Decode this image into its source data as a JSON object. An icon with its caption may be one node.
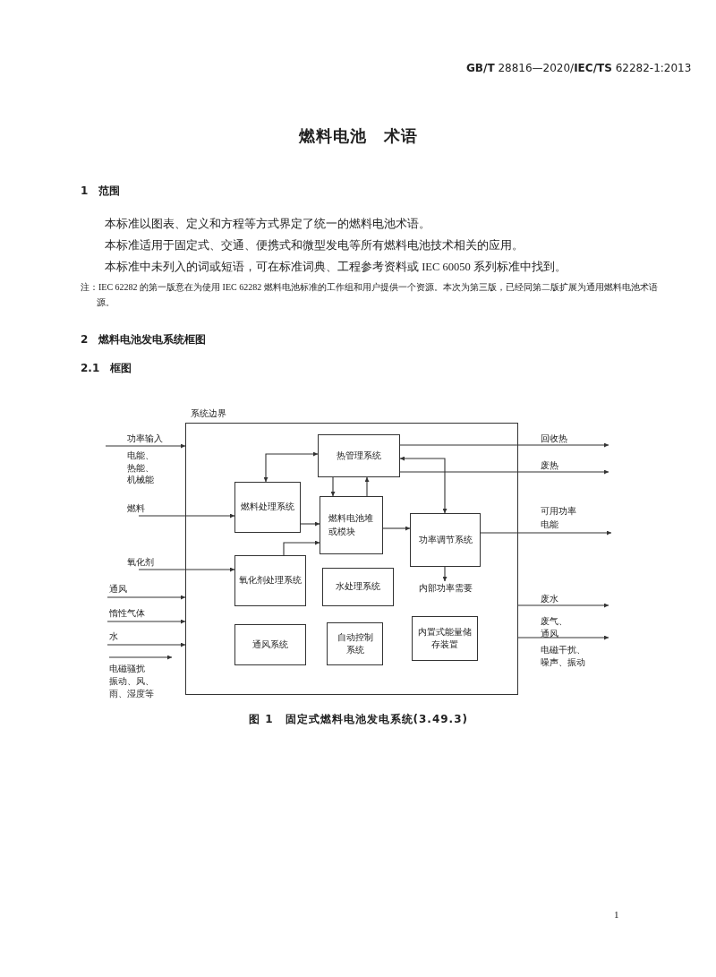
{
  "diagram": {
    "title": "燃料电池　术语",
    "caption": "图 1　固定式燃料电池发电系统(3.49.3)",
    "nodes": [
      {
        "text": [
          "系统边界"
        ]
      },
      {
        "text": [
          "热管理系统"
        ],
        "in": 0
      },
      {
        "text": [
          "燃料处理系统"
        ],
        "in": 0
      },
      {
        "text": [
          "燃料电池堆或模块"
        ],
        "in": 0
      },
      {
        "text": [
          "功率调节系统"
        ],
        "in": 0
      },
      {
        "text": [
          "氧化剂处理系统"
        ],
        "in": 0
      },
      {
        "text": [
          "水处理系统"
        ],
        "in": 0
      },
      {
        "text": [
          "通风系统"
        ],
        "in": 0
      },
      {
        "text": [
          "自动控制系统"
        ],
        "in": 0
      },
      {
        "text": [
          "内置式能量储存装置"
        ],
        "in": 0
      },
      {
        "text": [
          "内部功率需要"
        ],
        "in": 0
      }
    ],
    "edges": [
      {
        "from": null,
        "to": 0,
        "arrow": "to",
        "label": "功率输入"
      },
      {
        "from": null,
        "to": 2,
        "arrow": "to",
        "label": "燃料"
      },
      {
        "from": null,
        "to": 5,
        "arrow": "to",
        "label": "氧化剂"
      },
      {
        "from": null,
        "to": 0,
        "arrow": "to",
        "label": "通风"
      },
      {
        "from": null,
        "to": 0,
        "arrow": "to",
        "label": "惰性气体"
      },
      {
        "from": null,
        "to": 0,
        "arrow": "to",
        "label": "水"
      },
      {
        "from": 2,
        "to": 1,
        "arrow": "both"
      },
      {
        "from": 1,
        "to": 3,
        "arrow": "to"
      },
      {
        "from": 3,
        "to": 1,
        "arrow": "to"
      },
      {
        "from": 2,
        "to": 3,
        "arrow": "to"
      },
      {
        "from": 5,
        "to": 3,
        "arrow": "to"
      },
      {
        "from": 3,
        "to": 4,
        "arrow": "to"
      },
      {
        "from": 1,
        "to": 4,
        "arrow": "both"
      },
      {
        "from": 4,
        "to": 10,
        "arrow": "to"
      },
      {
        "from": 1,
        "to": null,
        "arrow": "to",
        "label": "回收热"
      },
      {
        "from": 1,
        "to": null,
        "arrow": "to",
        "label": "废热"
      },
      {
        "from": 4,
        "to": null,
        "arrow": "to",
        "label": "可用功率"
      },
      {
        "from": 0,
        "to": null,
        "arrow": "to",
        "label": "废水"
      },
      {
        "from": 0,
        "to": null,
        "arrow": "to",
        "label": "废气、通风"
      }
    ],
    "labels": [
      "**GB/T** 28816—2020/**IEC/TS** 62282-1:2013",
      "1　范围",
      "本标准以图表、定义和方程等方式界定了统一的燃料电池术语。",
      "本标准适用于固定式、交通、便携式和微型发电等所有燃料电池技术相关的应用。",
      "本标准中未列入的词或短语，可在标准词典、工程参考资料或 IEC 60050 系列标准中找到。",
      "注：IEC 62282 的第一版意在为使用 IEC 62282 燃料电池标准的工作组和用户提供一个资源。本次为第三版，已经同第二版扩展为通用燃料电池术语源。",
      "2　燃料电池发电系统框图",
      "2.1　框图",
      "电能、热能、机械能",
      "电磁骚扰",
      "振动、风、雨、湿度等",
      "电能",
      "电磁干扰、噪声、振动",
      "1"
    ]
  }
}
